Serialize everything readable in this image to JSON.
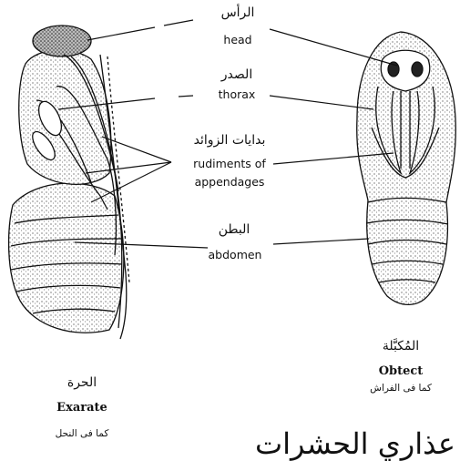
{
  "labels": {
    "head": {
      "ar": "الرأس",
      "en": "head"
    },
    "thorax": {
      "ar": "الصدر",
      "en": "thorax"
    },
    "rudiments": {
      "ar": "بدايات الزوائد",
      "en1": "rudiments of",
      "en2": "appendages"
    },
    "abdomen": {
      "ar": "البطن",
      "en": "abdomen"
    }
  },
  "exarate": {
    "ar": "الحرة",
    "en": "Exarate",
    "example": "كما فى النحل"
  },
  "obtect": {
    "ar": "المُكبَّلة",
    "en": "Obtect",
    "example": "كما فى الفراش"
  },
  "footer_text": "عذاري الحشرات",
  "colors": {
    "ink": "#111111",
    "background": "#ffffff"
  }
}
